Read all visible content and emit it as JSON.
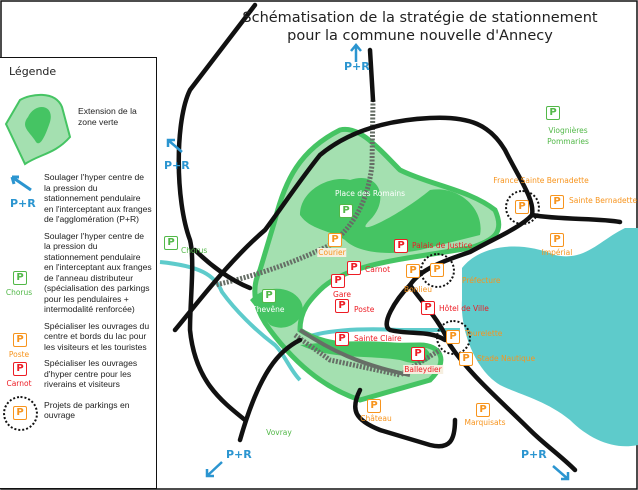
{
  "title": {
    "line1": "Schématisation de la stratégie de stationnement",
    "line2": "pour la commune nouvelle d'Annecy"
  },
  "colors": {
    "green": "#45c463",
    "light_green": "#a4e0b0",
    "lake": "#5ecbcb",
    "orange": "#f7941d",
    "red": "#ed1c24",
    "parking_green": "#52b848",
    "pr_blue": "#2b95d0",
    "road": "#111111",
    "rail": "#666e66"
  },
  "legend": {
    "title": "Légende",
    "items": [
      {
        "icon": "green-zone-icon",
        "text": "Extension de la zone verte"
      },
      {
        "icon": "pr-arrow-icon",
        "badge": "P+R",
        "text": "Soulager l'hyper centre de la pression du stationnement pendulaire en l'interceptant aux franges de l'agglomération (P+R)"
      },
      {
        "icon": "parking-green-icon",
        "badge": "P",
        "sample": "Chorus",
        "text": "Soulager l'hyper centre de la pression du stationnement pendulaire en l'interceptant aux franges de l'anneau distributeur (spécialisation des parkings pour les pendulaires + intermodalité renforcée)"
      },
      {
        "icon": "parking-orange-icon",
        "badge": "P",
        "sample": "Poste",
        "text": "Spécialiser les ouvrages du centre et bords du lac pour les visiteurs et les touristes"
      },
      {
        "icon": "parking-red-icon",
        "badge": "P",
        "sample": "Carnot",
        "text": "Spécialiser les ouvrages d'hyper centre pour les riverains et visiteurs"
      },
      {
        "icon": "parking-project-icon",
        "badge": "P",
        "text": "Projets de parkings en ouvrage"
      }
    ]
  },
  "pr_label": "P+R",
  "parking_symbol": "P",
  "parkings": [
    {
      "name": "Viognières Pommaries",
      "type": "green"
    },
    {
      "name": "France Sainte Bernadette",
      "type": "orange",
      "project": true
    },
    {
      "name": "Sainte Bernadette",
      "type": "orange"
    },
    {
      "name": "Impérial",
      "type": "orange"
    },
    {
      "name": "Chorus",
      "type": "green"
    },
    {
      "name": "Place des Romains",
      "type": "green"
    },
    {
      "name": "Courier",
      "type": "orange"
    },
    {
      "name": "Carnot",
      "type": "red"
    },
    {
      "name": "Gare",
      "type": "red"
    },
    {
      "name": "Palais de Justice",
      "type": "red"
    },
    {
      "name": "Bonlieu",
      "type": "orange"
    },
    {
      "name": "Préfecture",
      "type": "orange",
      "project": true
    },
    {
      "name": "Chevêne",
      "type": "green"
    },
    {
      "name": "Poste",
      "type": "red"
    },
    {
      "name": "Hôtel de Ville",
      "type": "red"
    },
    {
      "name": "Sainte Claire",
      "type": "red"
    },
    {
      "name": "Tourelette",
      "type": "orange",
      "project": true
    },
    {
      "name": "Stade Nautique",
      "type": "orange"
    },
    {
      "name": "Balleydier",
      "type": "red"
    },
    {
      "name": "Château",
      "type": "orange"
    },
    {
      "name": "Marquisats",
      "type": "orange"
    }
  ],
  "places": [
    {
      "name": "Vovray"
    }
  ]
}
